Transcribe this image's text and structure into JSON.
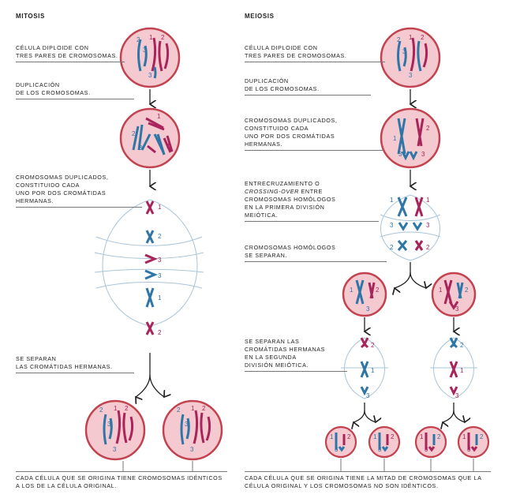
{
  "mitosis": {
    "title": "MITOSIS",
    "step1": [
      "CÉLULA DIPLOIDE CON",
      "TRES PARES DE CROMOSOMAS."
    ],
    "step2": [
      "DUPLICACIÓN",
      "DE LOS CROMOSOMAS."
    ],
    "step3": [
      "CROMOSOMAS DUPLICADOS,",
      "CONSTITUIDO CADA",
      "UNO POR DOS CROMÁTIDAS",
      "HERMANAS."
    ],
    "step4": [
      "SE SEPARAN",
      "LAS CROMÁTIDAS HERMANAS."
    ],
    "footer": [
      "CADA CÉLULA QUE SE ORIGINA TIENE CROMOSOMAS IDÉNTICOS",
      "A LOS DE LA CÉLULA ORIGINAL."
    ]
  },
  "meiosis": {
    "title": "MEIOSIS",
    "step1": [
      "CÉLULA DIPLOIDE CON",
      "TRES PARES DE CROMOSOMAS."
    ],
    "step2": [
      "DUPLICACIÓN",
      "DE LOS CROMOSOMAS."
    ],
    "step3": [
      "CROMOSOMAS DUPLICADOS,",
      "CONSTITUIDO CADA",
      "UNO POR DOS CROMÁTIDAS",
      "HERMANAS."
    ],
    "step4_a": "ENTRECRUZAMIENTO O",
    "step4_b_italic": "CROSSING-OVER",
    "step4_b_rest": " ENTRE",
    "step4_c": [
      "CROMOSOMAS HOMÓLOGOS",
      "EN LA PRIMERA DIVISIÓN",
      "MEIÓTICA."
    ],
    "step5": [
      "CROMOSOMAS HOMÓLOGOS",
      "SE SEPARAN."
    ],
    "step6": [
      "SE SEPARAN LAS",
      "CROMÁTIDAS HERMANAS",
      "EN LA SEGUNDA",
      "DIVISIÓN MEIÓTICA."
    ],
    "footer": [
      "CADA CÉLULA QUE SE ORIGINA TIENE LA MITAD DE CROMOSOMAS QUE LA",
      "CÉLULA ORIGINAL Y LOS CROMOSOMAS NO SON IDÉNTICOS."
    ]
  },
  "chromosome_numbers": [
    "1",
    "2",
    "3"
  ],
  "colors": {
    "cell_fill": "#f4c9cf",
    "cell_border": "#c2424f",
    "chromosome_red": "#a8245a",
    "chromosome_blue": "#2f76a8",
    "spindle": "#a9c4d8"
  }
}
